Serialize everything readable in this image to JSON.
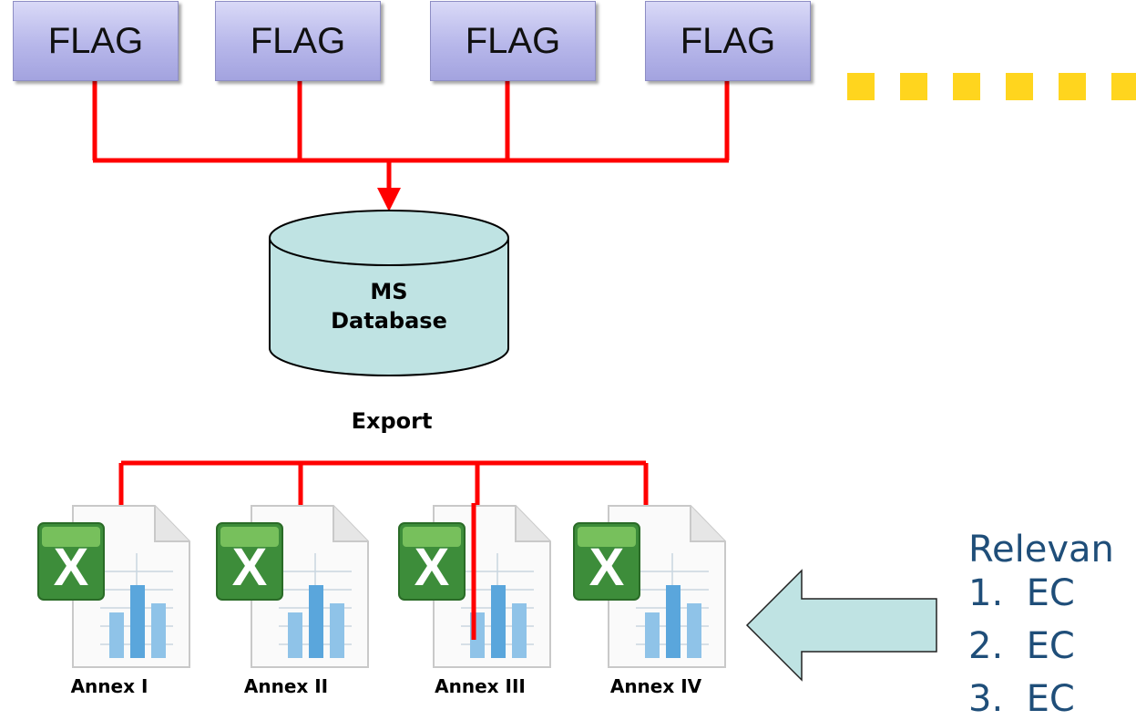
{
  "flags": [
    "FLAG",
    "FLAG",
    "FLAG",
    "FLAG"
  ],
  "database": {
    "line1": "MS",
    "line2": "Database"
  },
  "export_label": "Export",
  "annexes": [
    "Annex I",
    "Annex II",
    "Annex III",
    "Annex IV"
  ],
  "relevant": {
    "heading": "Relevan",
    "items": [
      {
        "num": "1.",
        "text": "EC"
      },
      {
        "num": "2.",
        "text": "EC"
      },
      {
        "num": "3.",
        "text": "EC"
      }
    ]
  },
  "colors": {
    "connector": "#ff0000",
    "flag_fill": "#b7b7ea",
    "database_fill": "#bfe3e3",
    "arrow_fill": "#bfe3e3",
    "dots": "#ffd51e",
    "text_blue": "#1f4e79"
  },
  "icons": [
    "excel-file-icon",
    "excel-file-icon",
    "excel-file-icon",
    "excel-file-icon"
  ]
}
